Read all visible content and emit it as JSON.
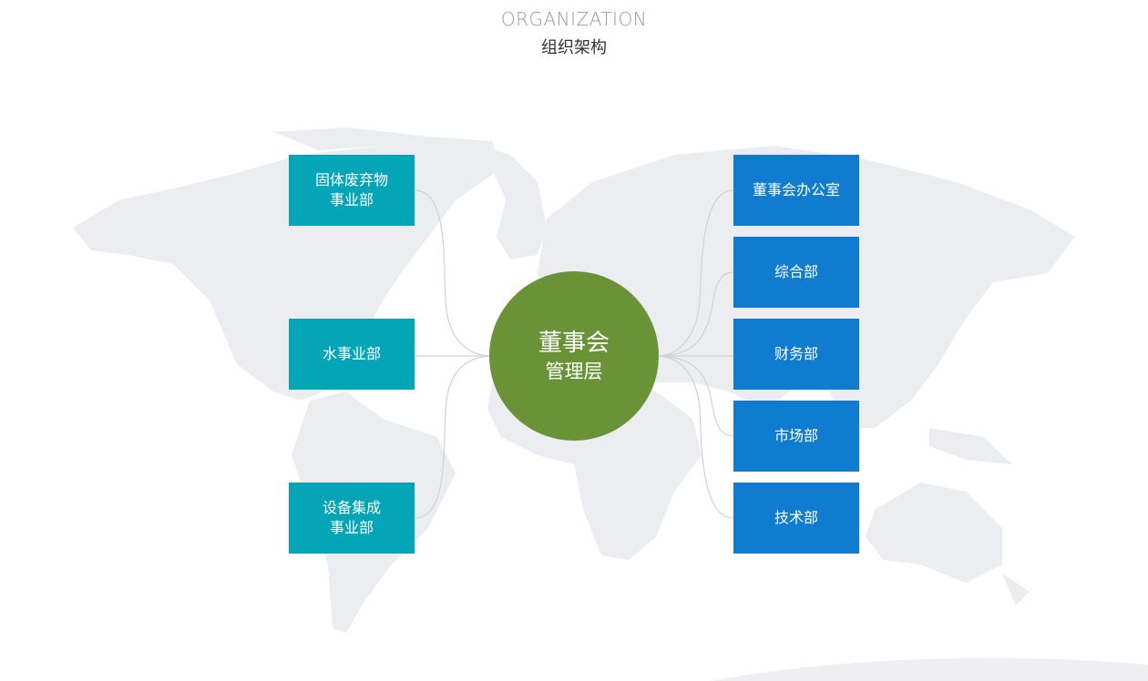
{
  "header": {
    "title_en": "ORGANIZATION",
    "title_cn": "组织架构"
  },
  "center": {
    "line1": "董事会",
    "line2": "管理层"
  },
  "left_units": [
    {
      "line1": "固体废弃物",
      "line2": "事业部"
    },
    {
      "line1": "水事业部",
      "line2": ""
    },
    {
      "line1": "设备集成",
      "line2": "事业部"
    }
  ],
  "right_units": [
    {
      "label": "董事会办公室"
    },
    {
      "label": "综合部"
    },
    {
      "label": "财务部"
    },
    {
      "label": "市场部"
    },
    {
      "label": "技术部"
    }
  ],
  "colors": {
    "left_box": "#05a5b8",
    "right_box": "#0f7ccf",
    "center": "#6a9338",
    "map": "#ecedf1"
  }
}
